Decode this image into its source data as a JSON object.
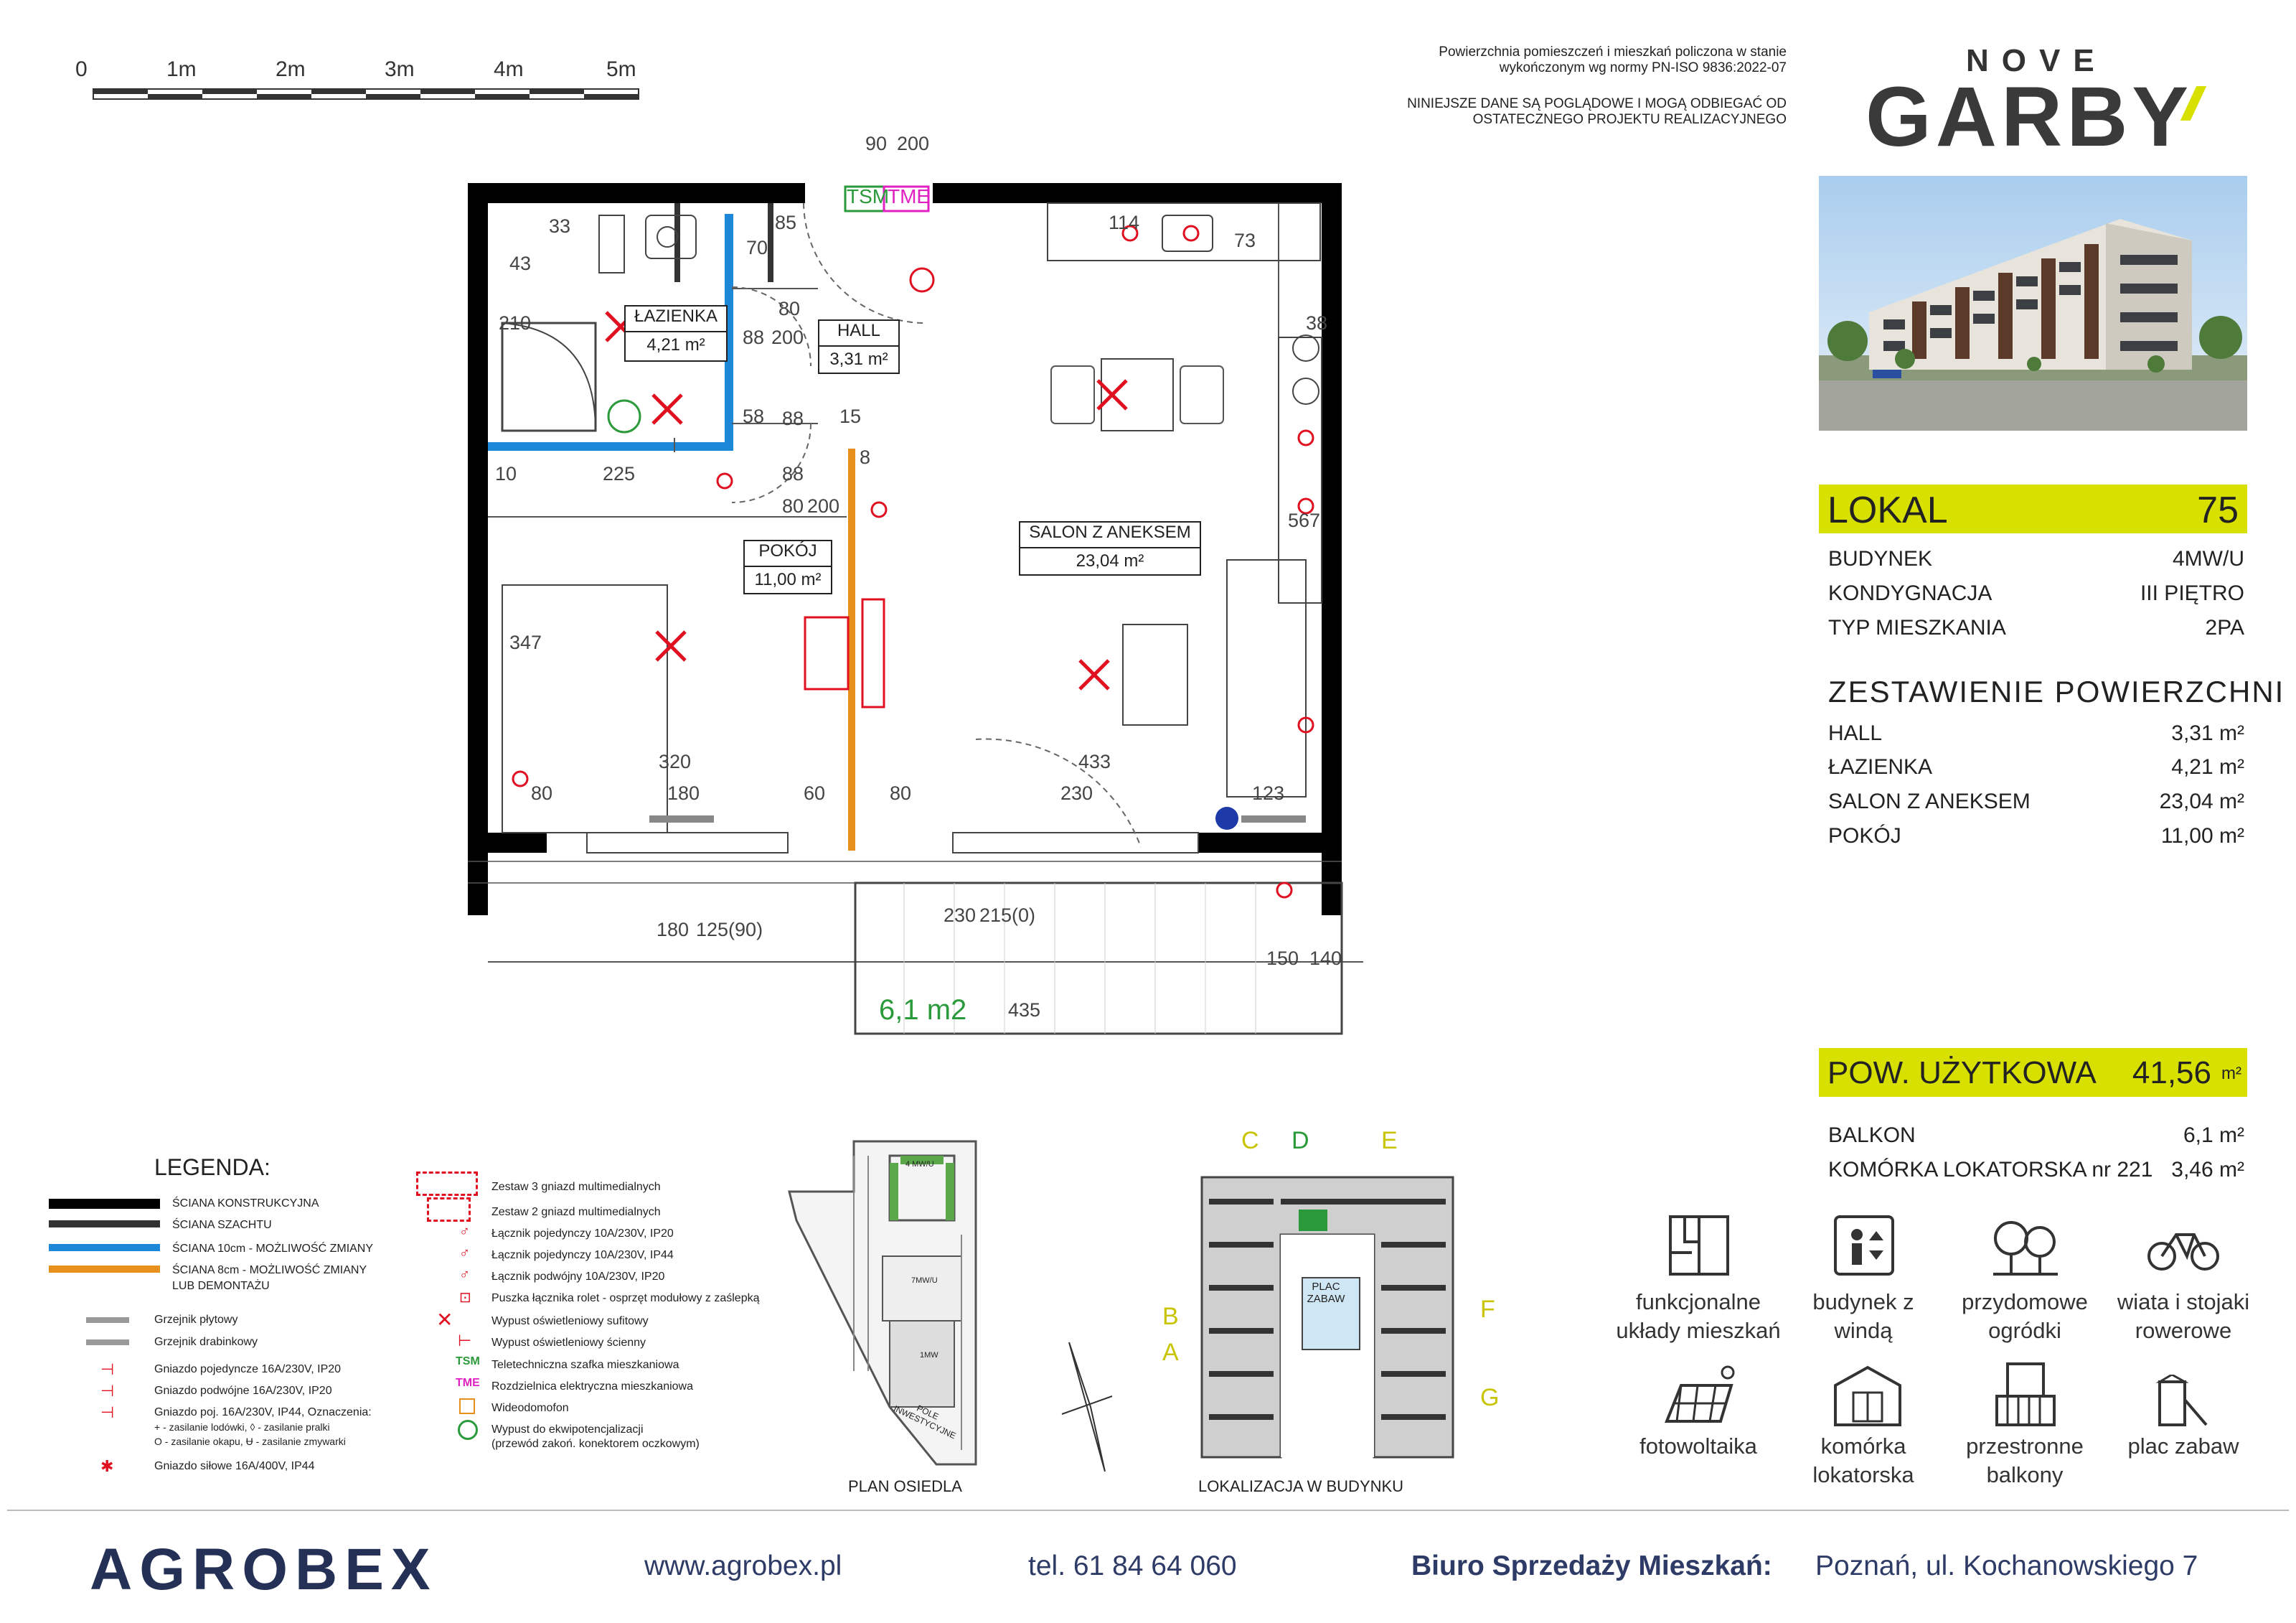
{
  "scale_bar": {
    "labels": [
      "0",
      "1m",
      "2m",
      "3m",
      "4m",
      "5m"
    ]
  },
  "notes": {
    "line1": "Powierzchnia pomieszczeń i mieszkań policzona w stanie",
    "line2": "wykończonym wg normy PN-ISO 9836:2022-07",
    "line3": "NINIEJSZE DANE SĄ POGLĄDOWE I MOGĄ ODBIEGAĆ OD",
    "line4": "OSTATECZNEGO PROJEKTU REALIZACYJNEGO"
  },
  "logo": {
    "top": "NOVE",
    "main": "GARBY"
  },
  "lokal": {
    "label": "LOKAL",
    "number": "75"
  },
  "details": [
    {
      "label": "BUDYNEK",
      "value": "4MW/U"
    },
    {
      "label": "KONDYGNACJA",
      "value": "III PIĘTRO"
    },
    {
      "label": "TYP MIESZKANIA",
      "value": "2PA"
    }
  ],
  "areas_title": "ZESTAWIENIE  POWIERZCHNI",
  "areas": [
    {
      "label": "HALL",
      "value": "3,31  m²"
    },
    {
      "label": "ŁAZIENKA",
      "value": "4,21  m²"
    },
    {
      "label": "SALON Z ANEKSEM",
      "value": "23,04  m²"
    },
    {
      "label": "POKÓJ",
      "value": "11,00  m²"
    }
  ],
  "usable": {
    "label": "POW. UŻYTKOWA",
    "value": "41,56",
    "unit": "m²"
  },
  "extras": [
    {
      "label": "BALKON",
      "value": "6,1  m²"
    },
    {
      "label": "KOMÓRKA LOKATORSKA nr 221",
      "value": "3,46  m²"
    }
  ],
  "rooms": {
    "lazienka": {
      "name": "ŁAZIENKA",
      "area": "4,21 m²"
    },
    "hall": {
      "name": "HALL",
      "area": "3,31 m²"
    },
    "pokoj": {
      "name": "POKÓJ",
      "area": "11,00 m²"
    },
    "salon": {
      "name": "SALON Z ANEKSEM",
      "area": "23,04 m²"
    },
    "balkon": "6,1 m2"
  },
  "plan_tags": {
    "tsm": "TSM",
    "tme": "TME"
  },
  "dims": {
    "d90": "90",
    "d200a": "200",
    "d85": "85",
    "d70": "70",
    "d33": "33",
    "d43": "43",
    "d210": "210",
    "d80a": "80",
    "d200b": "200",
    "d88a": "88",
    "d15": "15",
    "d58": "58",
    "d88b": "88",
    "d8": "8",
    "d225": "225",
    "d10": "10",
    "d88c": "88",
    "d80b": "80",
    "d200c": "200",
    "d347": "347",
    "d320": "320",
    "d433": "433",
    "d567": "567",
    "d38": "38",
    "d73": "73",
    "d114": "114",
    "b80a": "80",
    "b180": "180",
    "b60": "60",
    "b80b": "80",
    "b230": "230",
    "b123": "123",
    "v180": "180",
    "v125": "125(90)",
    "v230": "230",
    "v215": "215(0)",
    "v150": "150",
    "v140": "140",
    "d435": "435"
  },
  "legend": {
    "title": "LEGENDA:",
    "walls": [
      {
        "label": "ŚCIANA KONSTRUKCYJNA",
        "color": "#000000"
      },
      {
        "label": "ŚCIANA SZACHTU",
        "color": "#333333"
      },
      {
        "label": "ŚCIANA 10cm - MOŻLIWOŚĆ ZMIANY",
        "color": "#1e88d8"
      },
      {
        "label": "ŚCIANA 8cm - MOŻLIWOŚĆ ZMIANY",
        "color": "#e8901e"
      },
      {
        "label": "LUB DEMONTAŻU",
        "color": ""
      }
    ],
    "heaters": [
      "Grzejnik płytowy",
      "Grzejnik drabinkowy"
    ],
    "sockets": [
      "Gniazdo pojedyncze 16A/230V, IP20",
      "Gniazdo podwójne 16A/230V, IP20",
      "Gniazdo poj. 16A/230V, IP44, Oznaczenia:",
      "+  - zasilanie lodówki,  ◊  - zasilanie pralki",
      "O  - zasilanie okapu,  Ʉ  - zasilanie zmywarki",
      "Gniazdo siłowe 16A/400V, IP44"
    ],
    "elec": [
      "Zestaw 3 gniazd multimedialnych",
      "Zestaw 2 gniazd multimedialnych",
      "Łącznik pojedynczy 10A/230V, IP20",
      "Łącznik pojedynczy 10A/230V, IP44",
      "Łącznik podwójny 10A/230V, IP20",
      "Puszka łącznika rolet - osprzęt modułowy z zaślepką",
      "Wypust oświetleniowy sufitowy",
      "Wypust oświetleniowy ścienny",
      "Teletechniczna szafka mieszkaniowa",
      "Rozdzielnica elektryczna mieszkaniowa",
      "Wideodomofon",
      "Wypust do ekwipotencjalizacji",
      "(przewód zakoń. konektorem oczkowym)"
    ]
  },
  "site_plan": {
    "caption": "PLAN OSIEDLA",
    "labels": [
      "4 MW/U",
      "7MW/U",
      "1MW",
      "POLE INWESTYCYJNE"
    ]
  },
  "building_plan": {
    "caption": "LOKALIZACJA  W BUDYNKU",
    "playground": "PLAC ZABAW",
    "letters": [
      "C",
      "D",
      "E",
      "B",
      "A",
      "F",
      "G"
    ]
  },
  "features": [
    {
      "label": "funkcjonalne układy mieszkań",
      "icon": "layout-icon"
    },
    {
      "label": "budynek z windą",
      "icon": "elevator-icon"
    },
    {
      "label": "przydomowe ogródki",
      "icon": "trees-icon"
    },
    {
      "label": "wiata i stojaki rowerowe",
      "icon": "bicycle-icon"
    },
    {
      "label": "fotowoltaika",
      "icon": "solar-panel-icon"
    },
    {
      "label": "komórka lokatorska",
      "icon": "storage-icon"
    },
    {
      "label": "przestronne balkony",
      "icon": "balcony-icon"
    },
    {
      "label": "plac zabaw",
      "icon": "playground-icon"
    }
  ],
  "footer": {
    "company": "AGROBEX",
    "website": "www.agrobex.pl",
    "phone": "tel. 61 84 64 060",
    "office_label": "Biuro Sprzedaży Mieszkań:",
    "address": "Poznań, ul. Kochanowskiego 7"
  },
  "colors": {
    "accent": "#d8e000",
    "brand": "#243055",
    "red": "#e01020",
    "blue": "#1e88d8",
    "orange": "#e8901e",
    "green": "#2a9a3a",
    "magenta": "#e020c0"
  }
}
